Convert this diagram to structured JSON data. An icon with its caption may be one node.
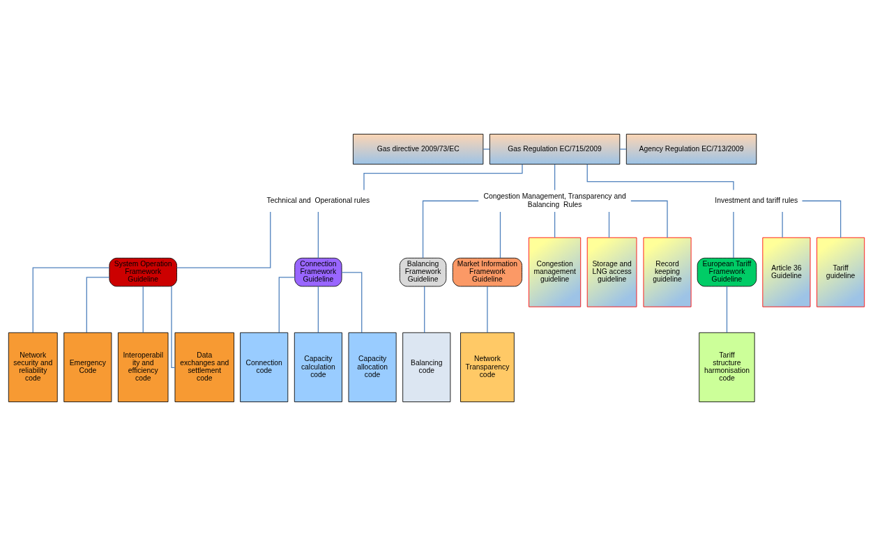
{
  "diagram": {
    "nodes": [
      {
        "text": [
          "Gas directive 2009/73/EC"
        ]
      },
      {
        "text": [
          "Gas Regulation EC/715/2009"
        ]
      },
      {
        "text": [
          "Agency Regulation EC/713/2009"
        ]
      },
      {
        "text": [
          "Technical and  Operational rules"
        ]
      },
      {
        "text": [
          "Congestion Management, Transparency and Balancing  Rules"
        ]
      },
      {
        "text": [
          "Investment and tariff rules"
        ]
      },
      {
        "text": [
          "System Operation Framework Guideline"
        ]
      },
      {
        "text": [
          "Connection Framework Guideline"
        ]
      },
      {
        "text": [
          "Balancing Framework Guideline"
        ]
      },
      {
        "text": [
          "Market Information Framework Guideline"
        ]
      },
      {
        "text": [
          "European Tariff Framework Guideline"
        ]
      },
      {
        "text": [
          "Network security and reliability code"
        ]
      },
      {
        "text": [
          "Emergency Code"
        ]
      },
      {
        "text": [
          "Interoperability and efficiency code"
        ]
      },
      {
        "text": [
          "Data exchanges and settlement code"
        ]
      },
      {
        "text": [
          "Connection code"
        ]
      },
      {
        "text": [
          "Capacity calculation code"
        ]
      },
      {
        "text": [
          "Capacity allocation code"
        ]
      },
      {
        "text": [
          "Balancing code"
        ]
      },
      {
        "text": [
          "Congestion management guideline"
        ]
      },
      {
        "text": [
          "Storage and LNG access guideline"
        ]
      },
      {
        "text": [
          "Record keeping guideline"
        ]
      },
      {
        "text": [
          "Network Transparency code"
        ]
      },
      {
        "text": [
          "Article 36 Guideline"
        ]
      },
      {
        "text": [
          "Tariff guideline"
        ]
      },
      {
        "text": [
          "Tariff structure harmonisation code"
        ]
      }
    ],
    "edges": [
      {
        "from": 0,
        "to": 1,
        "arrow": "none"
      },
      {
        "from": 1,
        "to": 2,
        "arrow": "none"
      },
      {
        "from": 1,
        "to": 3,
        "arrow": "none"
      },
      {
        "from": 1,
        "to": 4,
        "arrow": "none"
      },
      {
        "from": 1,
        "to": 5,
        "arrow": "none"
      },
      {
        "from": 3,
        "to": 6,
        "arrow": "none"
      },
      {
        "from": 3,
        "to": 7,
        "arrow": "none"
      },
      {
        "from": 4,
        "to": 8,
        "arrow": "none"
      },
      {
        "from": 4,
        "to": 9,
        "arrow": "none"
      },
      {
        "from": 5,
        "to": 10,
        "arrow": "none"
      },
      {
        "from": 6,
        "to": 11,
        "arrow": "none"
      },
      {
        "from": 6,
        "to": 12,
        "arrow": "none"
      },
      {
        "from": 6,
        "to": 13,
        "arrow": "none"
      },
      {
        "from": 6,
        "to": 14,
        "arrow": "none"
      },
      {
        "from": 7,
        "to": 15,
        "arrow": "none"
      },
      {
        "from": 7,
        "to": 16,
        "arrow": "none"
      },
      {
        "from": 7,
        "to": 17,
        "arrow": "none"
      },
      {
        "from": 8,
        "to": 18,
        "arrow": "none"
      },
      {
        "from": 4,
        "to": 19,
        "arrow": "none"
      },
      {
        "from": 4,
        "to": 20,
        "arrow": "none"
      },
      {
        "from": 4,
        "to": 21,
        "arrow": "none"
      },
      {
        "from": 9,
        "to": 22,
        "arrow": "none"
      },
      {
        "from": 5,
        "to": 23,
        "arrow": "none"
      },
      {
        "from": 5,
        "to": 24,
        "arrow": "none"
      },
      {
        "from": 10,
        "to": 25,
        "arrow": "none"
      }
    ]
  }
}
